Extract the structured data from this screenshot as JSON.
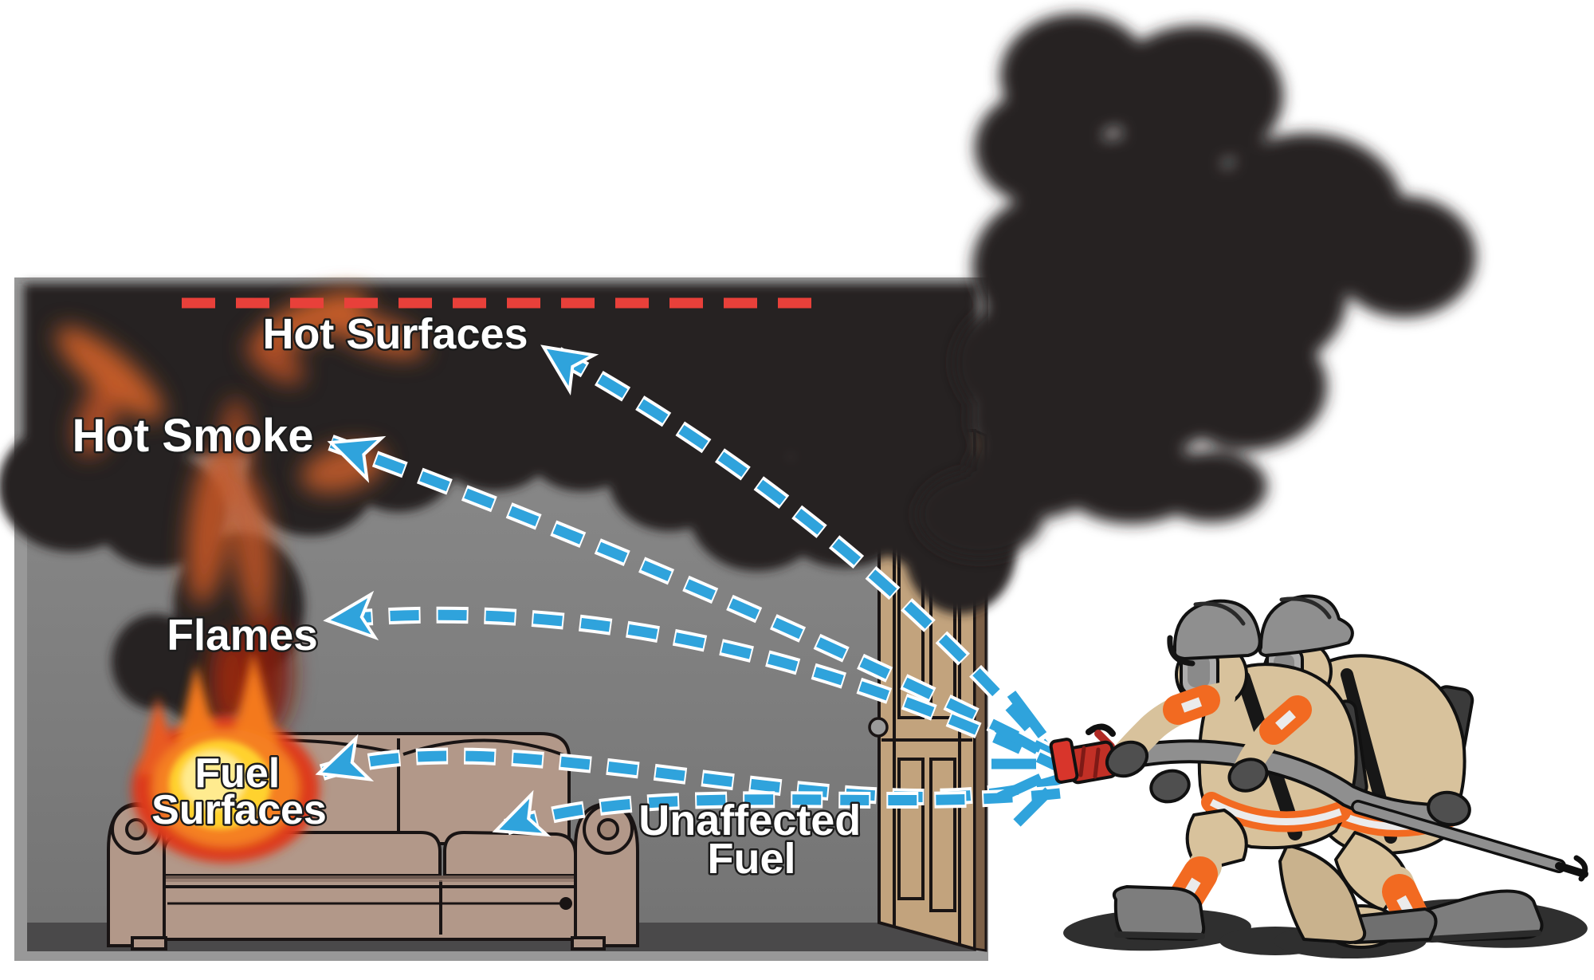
{
  "scene": {
    "description": "Fire attack diagram: burning room with couch, smoke layer and open door; two firefighters apply a hose stream through the doorway; dashed arrows point to labeled targets",
    "room": {
      "frame_color": "#989898",
      "wall_color": "#7e7e7e",
      "floor_color": "#4a494a",
      "smoke_color": "#262223",
      "ceiling_hot_line_color": "#e8403a"
    },
    "couch": {
      "fabric_color": "#b29889",
      "outline_color": "#191414"
    },
    "door": {
      "face_color": "#c2a37d",
      "edge_color": "#7c6047",
      "knob_color": "#9a9a9a"
    },
    "fire": {
      "core_color": "#ffeb8f",
      "yellow": "#ffd22f",
      "orange": "#f58020",
      "red": "#dd3b1e",
      "glow": "#d4622a"
    },
    "firefighters": {
      "count": 2,
      "gear_color": "#d8c29c",
      "trim_orange": "#f26a21",
      "trim_white": "#ebebeb",
      "helmet_color": "#8f8f8f",
      "hose_color": "#8f8f8f",
      "nozzle_color": "#c23026"
    },
    "water_spray_color": "#2fa3dc"
  },
  "labels": {
    "hot_surfaces": "Hot Surfaces",
    "hot_smoke": "Hot Smoke",
    "flames": "Flames",
    "fuel_surfaces_line1": "Fuel",
    "fuel_surfaces_line2": "Surfaces",
    "unaffected_fuel_line1": "Unaffected",
    "unaffected_fuel_line2": "Fuel"
  },
  "arrows": {
    "color": "#2fa3dc",
    "outline_color": "#ffffff",
    "style": "dashed",
    "origin": "hose nozzle",
    "targets": [
      "Hot Surfaces",
      "Hot Smoke",
      "Flames",
      "Fuel Surfaces",
      "Unaffected Fuel"
    ]
  }
}
